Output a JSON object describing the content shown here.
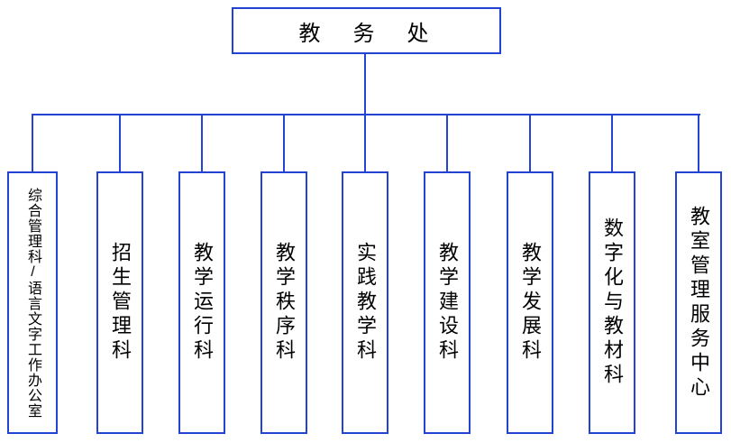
{
  "root": {
    "label": "教　务　处"
  },
  "departments": [
    {
      "name": "综合管理科/语言文字工作办公室"
    },
    {
      "name": "招生管理科"
    },
    {
      "name": "教学运行科"
    },
    {
      "name": "教学秩序科"
    },
    {
      "name": "实践教学科"
    },
    {
      "name": "教学建设科"
    },
    {
      "name": "教学发展科"
    },
    {
      "name": "数字化与教材科"
    },
    {
      "name": "教室管理服务中心"
    }
  ],
  "colors": {
    "line": "#2343D4",
    "text": "#000000",
    "background": "#FFFFFF"
  }
}
